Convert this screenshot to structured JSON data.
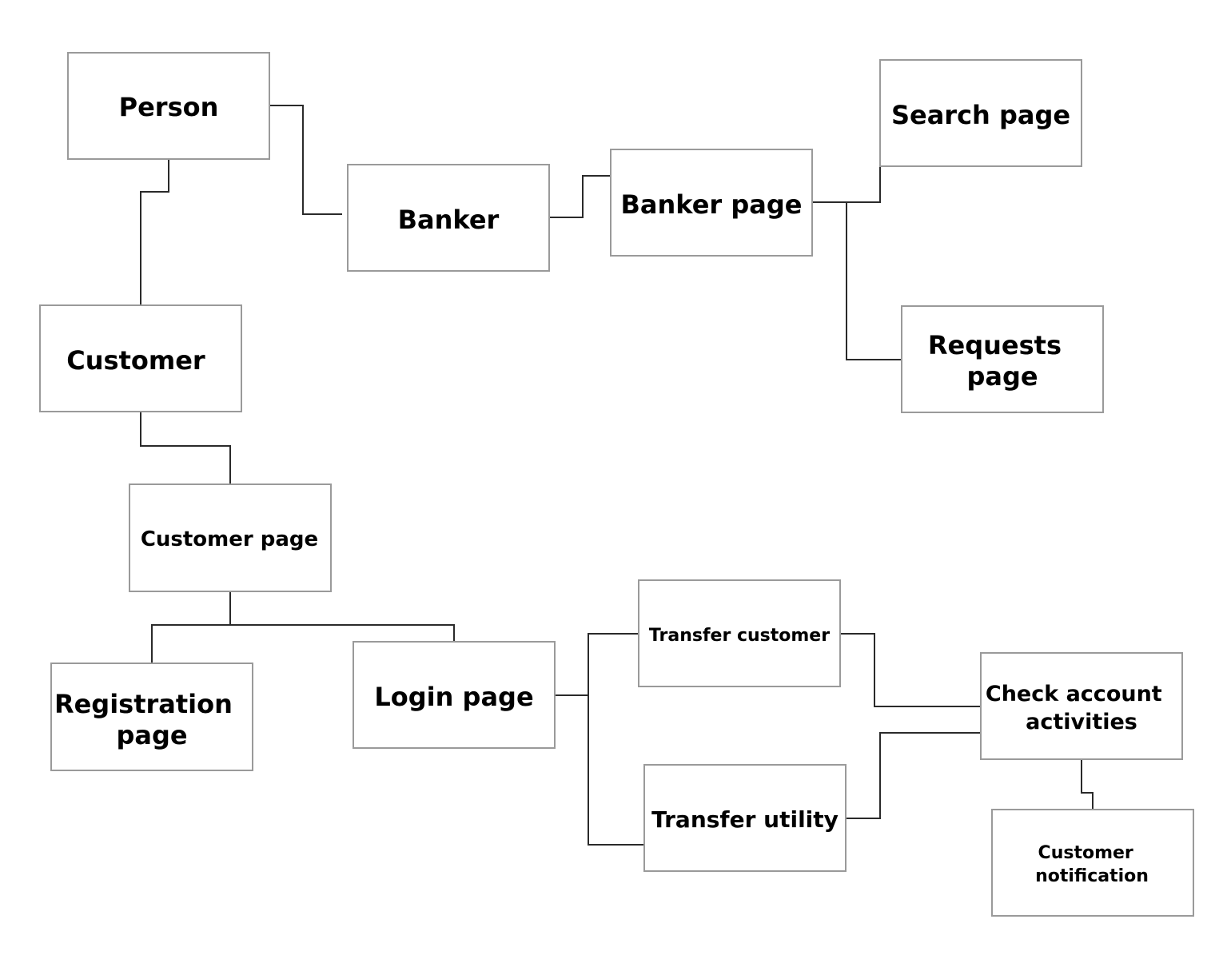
{
  "diagram": {
    "nodes": {
      "person": {
        "lines": [
          "Person"
        ]
      },
      "banker": {
        "lines": [
          "Banker"
        ]
      },
      "banker_page": {
        "lines": [
          "Banker page"
        ]
      },
      "search_page": {
        "lines": [
          "Search page"
        ]
      },
      "requests_page": {
        "lines": [
          "Requests",
          "page"
        ]
      },
      "customer": {
        "lines": [
          "Customer"
        ]
      },
      "customer_page": {
        "lines": [
          "Customer page"
        ]
      },
      "registration_page": {
        "lines": [
          "Registration",
          "page"
        ]
      },
      "login_page": {
        "lines": [
          "Login page"
        ]
      },
      "transfer_customer": {
        "lines": [
          "Transfer customer"
        ]
      },
      "transfer_utility": {
        "lines": [
          "Transfer utility"
        ]
      },
      "check_account_activities": {
        "lines": [
          "Check account",
          "activities"
        ]
      },
      "customer_notification": {
        "lines": [
          "Customer",
          "notification"
        ]
      }
    },
    "connections": [
      {
        "from": "person",
        "to": "banker"
      },
      {
        "from": "person",
        "to": "customer"
      },
      {
        "from": "banker",
        "to": "banker_page"
      },
      {
        "from": "banker_page",
        "to": "search_page"
      },
      {
        "from": "banker_page",
        "to": "requests_page"
      },
      {
        "from": "customer",
        "to": "customer_page"
      },
      {
        "from": "customer_page",
        "to": "registration_page"
      },
      {
        "from": "customer_page",
        "to": "login_page"
      },
      {
        "from": "login_page",
        "to": "transfer_customer"
      },
      {
        "from": "login_page",
        "to": "transfer_utility"
      },
      {
        "from": "transfer_customer",
        "to": "check_account_activities"
      },
      {
        "from": "transfer_utility",
        "to": "check_account_activities"
      },
      {
        "from": "check_account_activities",
        "to": "customer_notification"
      }
    ]
  }
}
